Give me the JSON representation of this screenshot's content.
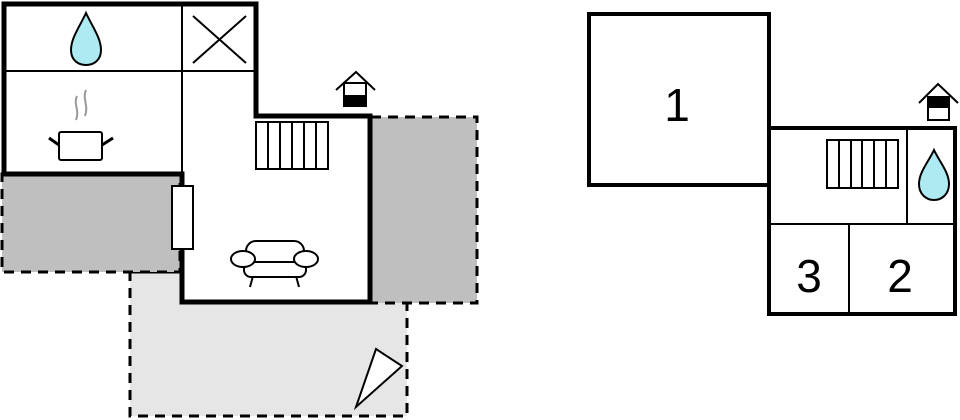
{
  "colors": {
    "wall": "#000000",
    "terrace_dark": "#bfbfbf",
    "terrace_light": "#e6e6e6",
    "water": "#aeeaf2",
    "steam": "#999999",
    "background": "#ffffff"
  },
  "ground_floor": {
    "rooms": [
      {
        "name": "bathroom",
        "icon": "water-drop-icon"
      },
      {
        "name": "void",
        "icon": "cross-icon"
      },
      {
        "name": "kitchen",
        "icon": "cooking-pot-icon"
      },
      {
        "name": "living-room",
        "icon": "armchair-icon"
      }
    ],
    "fixtures": [
      "stairs-icon",
      "door-icon",
      "entrance-icon"
    ],
    "outdoor": [
      {
        "name": "terrace-left",
        "shade": "dark"
      },
      {
        "name": "terrace-right",
        "shade": "dark"
      },
      {
        "name": "garden",
        "shade": "light",
        "icon": "flag-icon"
      }
    ]
  },
  "first_floor": {
    "rooms": [
      {
        "name": "bedroom-1",
        "label": "1"
      },
      {
        "name": "bedroom-2",
        "label": "2"
      },
      {
        "name": "bedroom-3",
        "label": "3"
      },
      {
        "name": "hall",
        "icon": "stairs-icon"
      },
      {
        "name": "bathroom",
        "icon": "water-drop-icon"
      }
    ],
    "fixtures": [
      "entrance-icon"
    ]
  }
}
